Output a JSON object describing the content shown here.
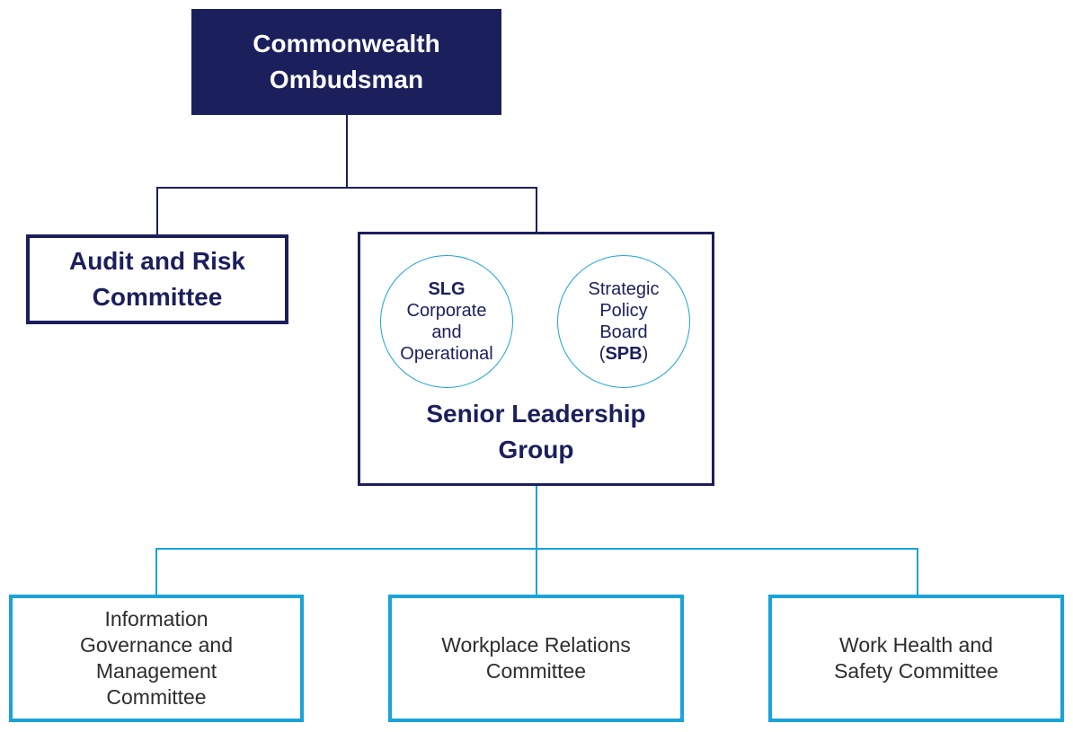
{
  "top": {
    "line1": "Commonwealth",
    "line2": "Ombudsman"
  },
  "audit": {
    "line1": "Audit and Risk",
    "line2": "Committee"
  },
  "slg_circle": {
    "bold": "SLG",
    "line2": "Corporate",
    "line3": "and",
    "line4": "Operational"
  },
  "spb_circle": {
    "line1": "Strategic",
    "line2": "Policy",
    "line3": "Board",
    "paren_open": "(",
    "bold": "SPB",
    "paren_close": ")"
  },
  "slg": {
    "line1": "Senior Leadership",
    "line2": "Group"
  },
  "committees": [
    {
      "lines": [
        "Information",
        "Governance and",
        "Management",
        "Committee"
      ]
    },
    {
      "lines": [
        "Workplace Relations",
        "Committee"
      ]
    },
    {
      "lines": [
        "Work Health and",
        "Safety Committee"
      ]
    }
  ],
  "colors": {
    "navy": "#1b1f5c",
    "cyan": "#1aa3d9"
  }
}
